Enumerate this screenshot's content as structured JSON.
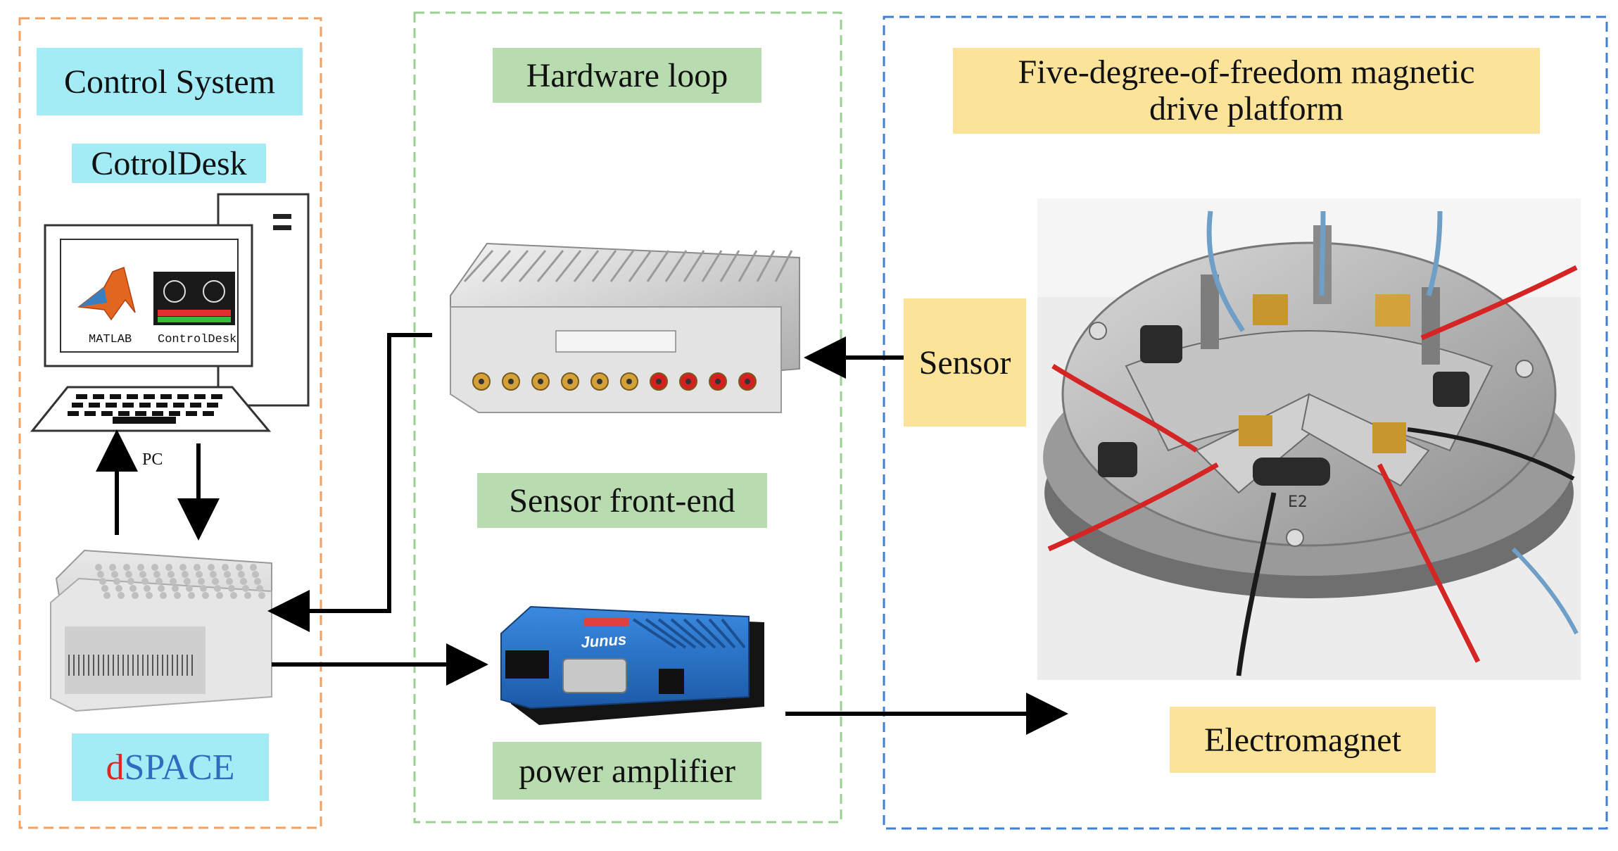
{
  "sections": {
    "control": {
      "title": "Control System",
      "subtitle": "CotrolDesk",
      "border_color": "#f0a060"
    },
    "hardware": {
      "title": "Hardware loop",
      "border_color": "#98d090"
    },
    "platform": {
      "title_line1": "Five-degree-of-freedom magnetic",
      "title_line2": "drive platform",
      "border_color": "#3f7fd0"
    }
  },
  "pc": {
    "label": "PC",
    "screen_items": [
      {
        "icon": "matlab-logo-icon",
        "label": "MATLAB"
      },
      {
        "icon": "controldesk-screen-icon",
        "label": "ControlDesk"
      }
    ]
  },
  "dspace": {
    "prefix": "d",
    "rest": "SPACE",
    "prefix_color": "#e8231f",
    "rest_color": "#2f6cc0"
  },
  "hardware_items": {
    "sensor_frontend": "Sensor front-end",
    "power_amplifier": "power amplifier",
    "amplifier_brand": "Junus"
  },
  "platform_items": {
    "sensor": "Sensor",
    "electromagnet": "Electromagnet",
    "coil_mark": "E2"
  },
  "colors": {
    "label_cyan": "#a3ecf5",
    "label_green": "#b8dcb0",
    "label_yellow": "#fbe39a",
    "arrow": "#000000"
  }
}
